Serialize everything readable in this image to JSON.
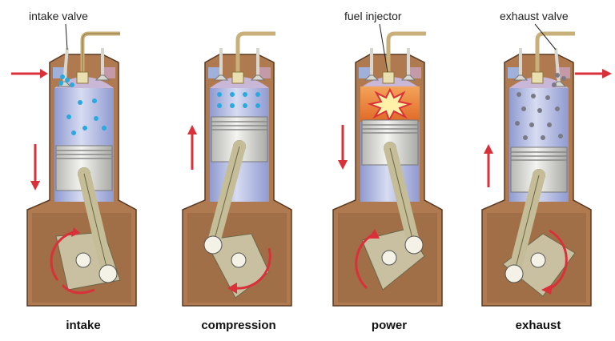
{
  "callouts": {
    "intake_valve": "intake valve",
    "fuel_injector": "fuel injector",
    "exhaust_valve": "exhaust valve"
  },
  "strokes": [
    {
      "label": "intake",
      "piston_direction": "down",
      "gas_flow": "in",
      "particles": "fuel-air",
      "crank_rotation": "clockwise"
    },
    {
      "label": "compression",
      "piston_direction": "up",
      "gas_flow": "none",
      "particles": "compressed fuel-air",
      "crank_rotation": "clockwise"
    },
    {
      "label": "power",
      "piston_direction": "down",
      "gas_flow": "none",
      "particles": "ignition",
      "crank_rotation": "clockwise"
    },
    {
      "label": "exhaust",
      "piston_direction": "up",
      "gas_flow": "out",
      "particles": "exhaust",
      "crank_rotation": "clockwise"
    }
  ],
  "colors": {
    "engine_block": "#b07a50",
    "crankcase": "#9a6b45",
    "cylinder_gas": "#b9c3e6",
    "piston": "#dcdcd8",
    "rod": "#c4bd98",
    "arrow": "#d9303a",
    "fuel_particle": "#2aa8e0",
    "exhaust_particle": "#7a7a86",
    "explosion": "#f08a35"
  }
}
